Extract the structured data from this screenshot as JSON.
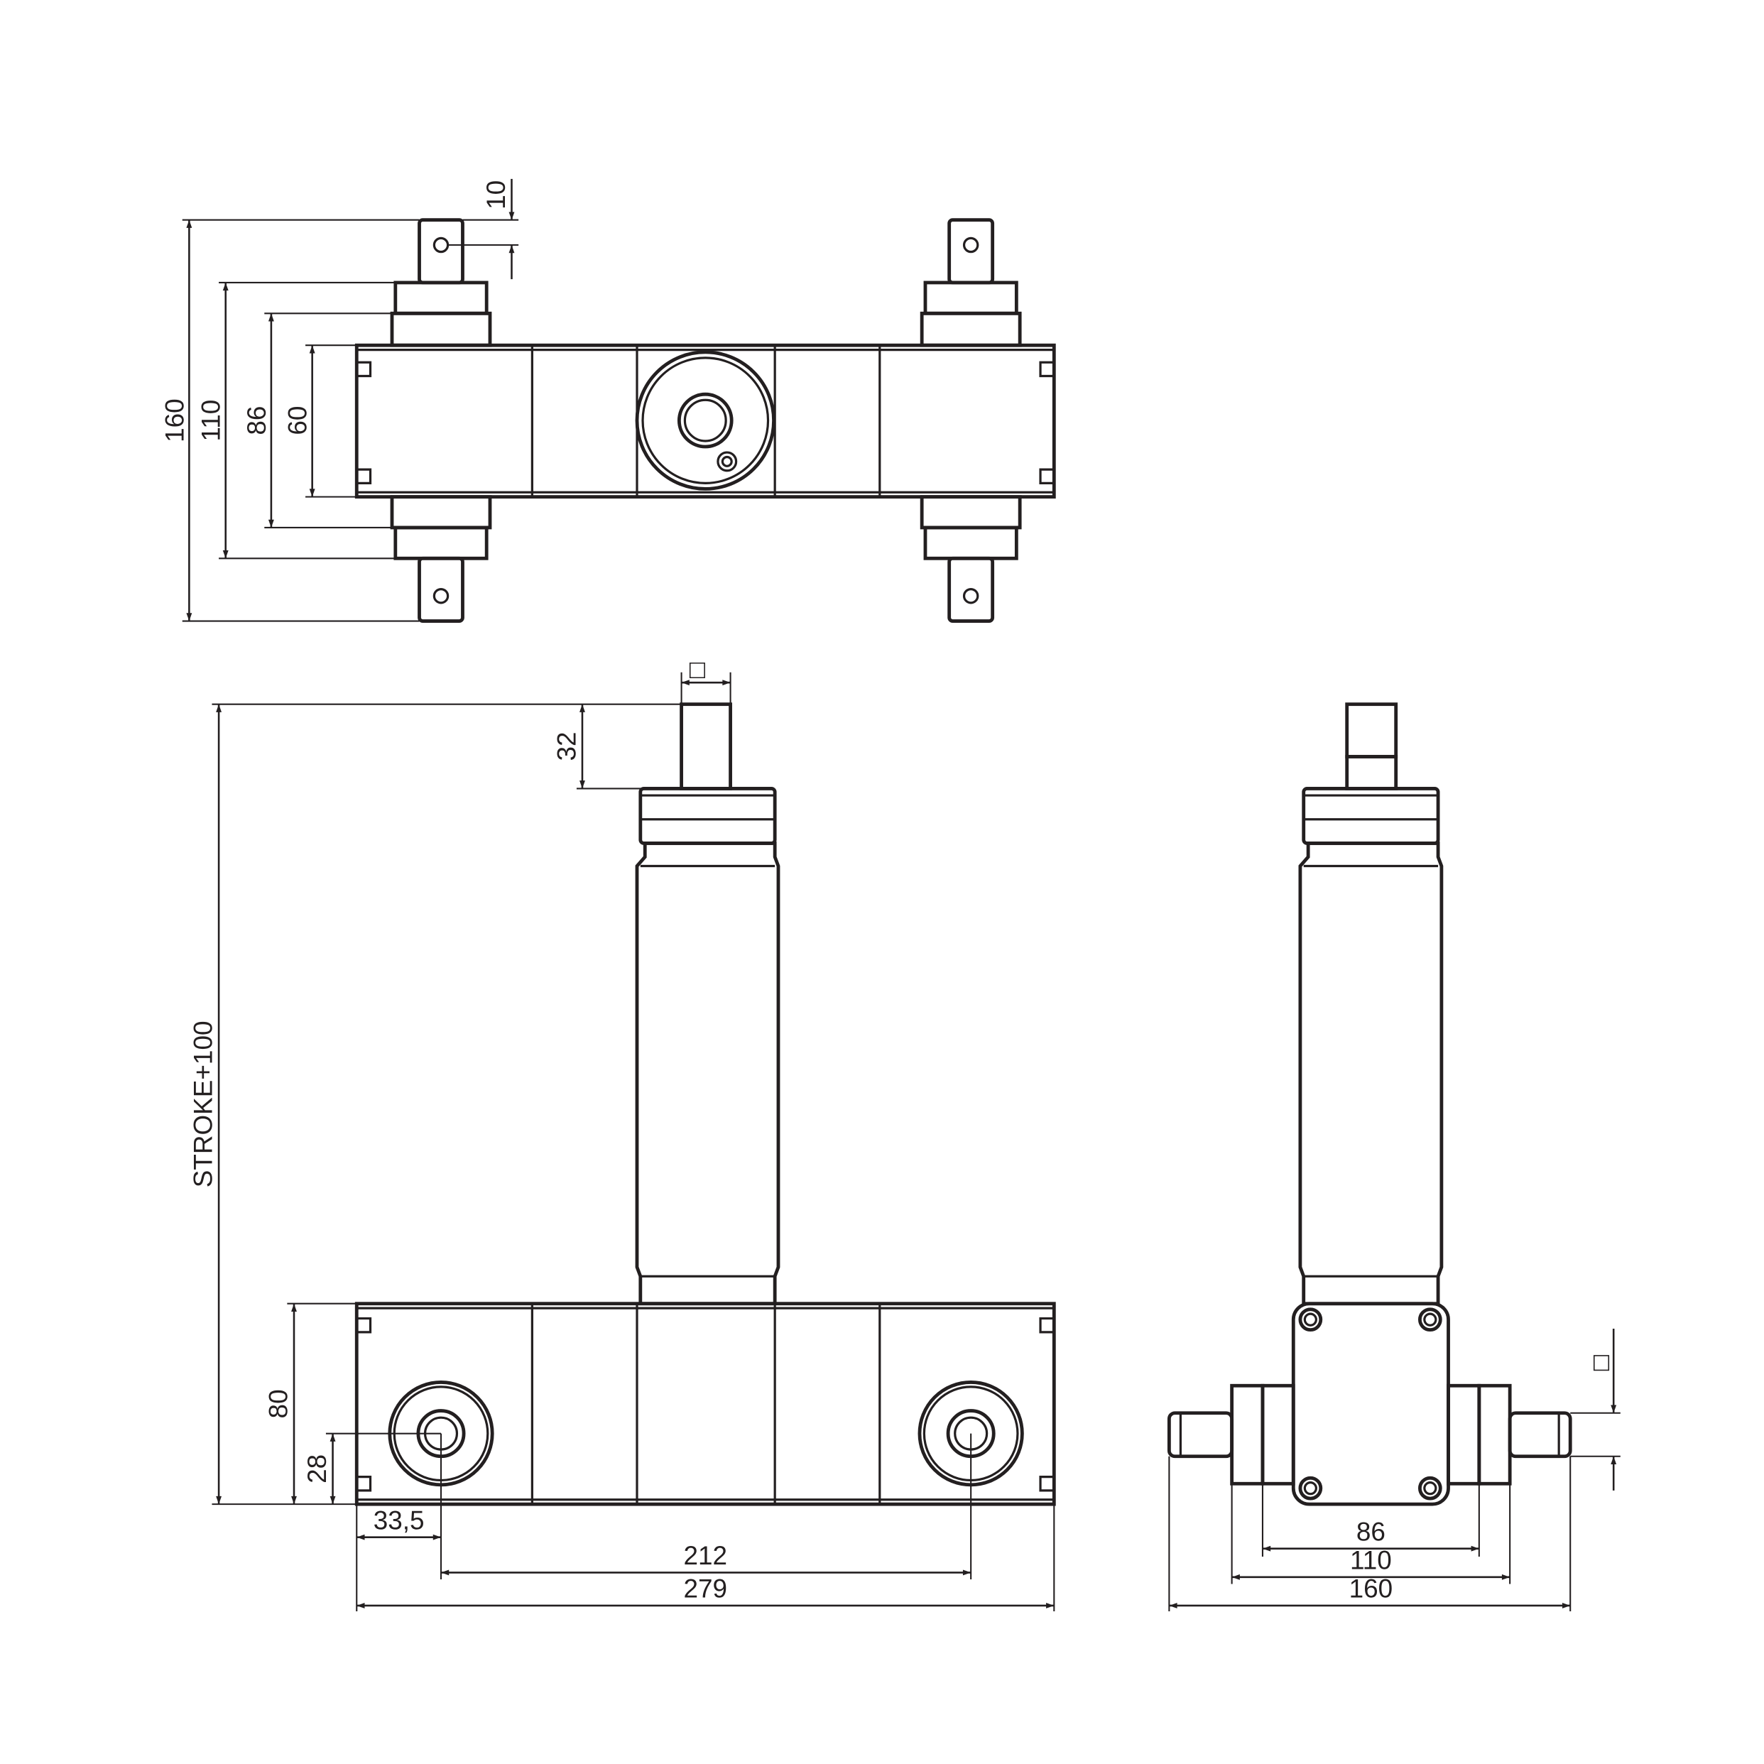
{
  "top_view": {
    "dim_overall_height": "160",
    "dim_flange_height": "110",
    "dim_collar_height": "86",
    "dim_body_height": "60",
    "dim_pin_offset": "10"
  },
  "front_view": {
    "dim_stroke": "STROKE+100",
    "dim_rod_extension": "32",
    "dim_rod_diameter": "□",
    "dim_body_height": "80",
    "dim_pivot_height": "28",
    "dim_pivot_offset": "33,5",
    "dim_pivot_spacing": "212",
    "dim_body_length": "279"
  },
  "side_view": {
    "dim_collar_width": "86",
    "dim_flange_width": "110",
    "dim_overall_width": "160",
    "dim_shaft_diameter": "□"
  }
}
